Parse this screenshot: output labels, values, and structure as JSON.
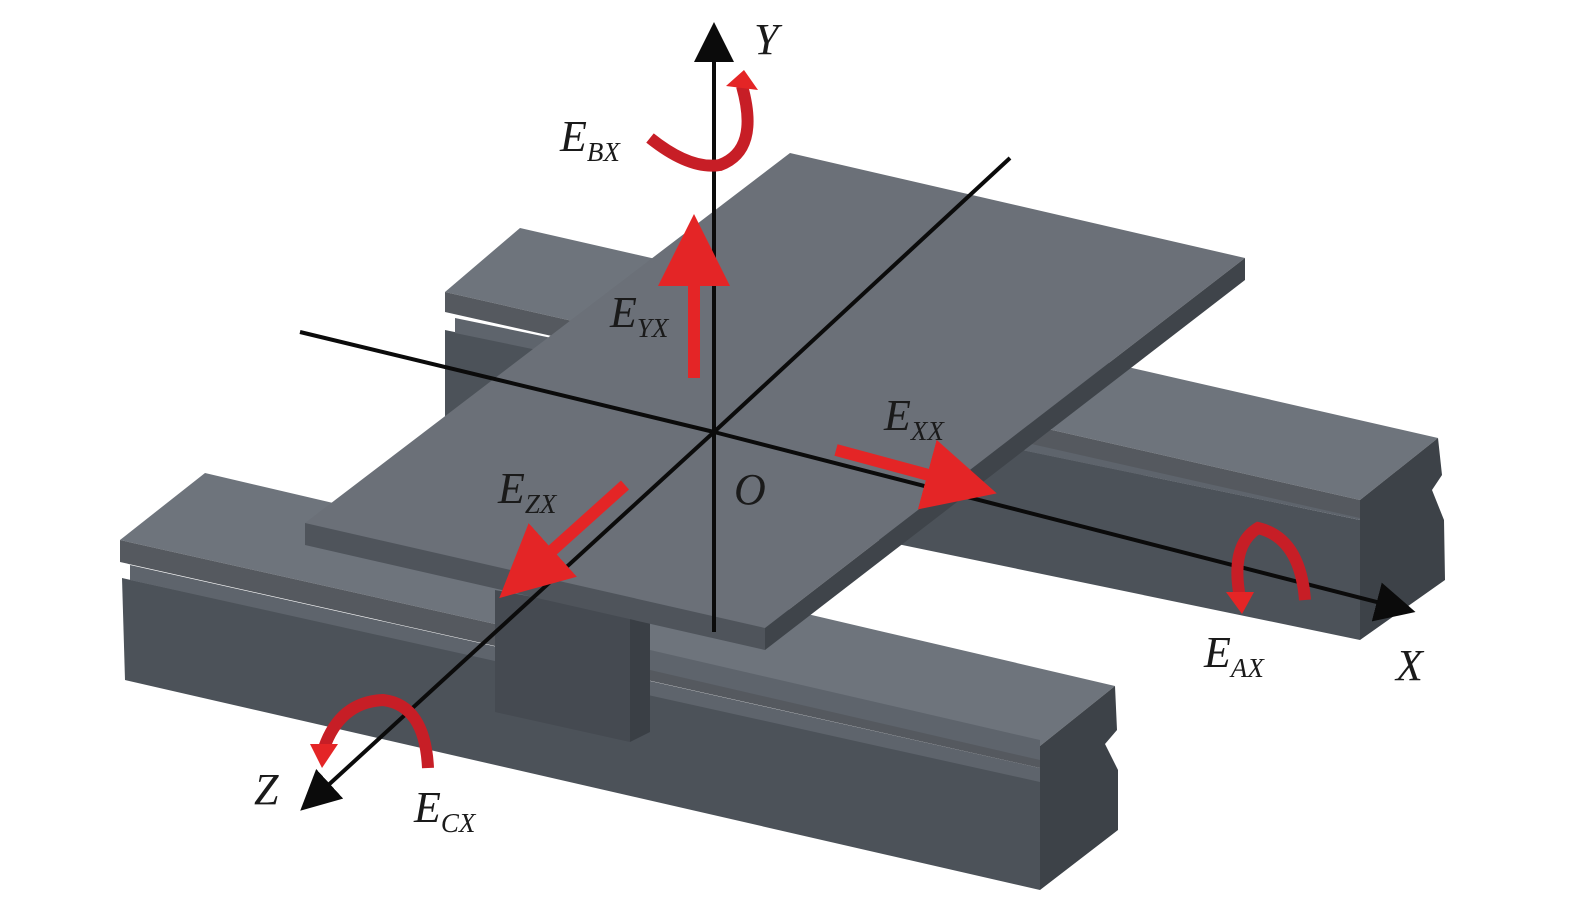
{
  "colors": {
    "background": "#ffffff",
    "axis": "#0b0b0b",
    "arrow": "#e42526",
    "arrow_dark": "#a3141c",
    "top_face": "#6e747c",
    "front_face": "#4c5259",
    "side_face": "#3d4248",
    "groove": "#5e646c"
  },
  "axes": {
    "x_label": "X",
    "y_label": "Y",
    "z_label": "Z",
    "origin_label": "O"
  },
  "errors": {
    "exx": {
      "main": "E",
      "sub": "XX"
    },
    "eyx": {
      "main": "E",
      "sub": "YX"
    },
    "ezx": {
      "main": "E",
      "sub": "ZX"
    },
    "eax": {
      "main": "E",
      "sub": "AX"
    },
    "ebx": {
      "main": "E",
      "sub": "BX"
    },
    "ecx": {
      "main": "E",
      "sub": "CX"
    }
  },
  "icons": [
    "translation-arrow-icon",
    "rotation-arrow-icon",
    "axis-arrowhead-icon"
  ]
}
